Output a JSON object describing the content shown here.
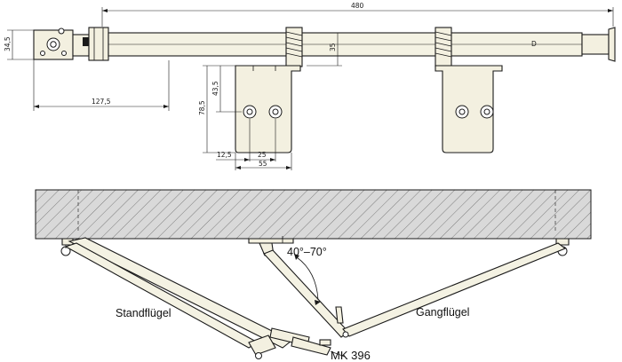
{
  "dimensions": {
    "total_length": "480",
    "height_left": "34,5",
    "offset_left": "127,5",
    "bracket_height": "78,5",
    "hole_height": "43,5",
    "bracket_offset": "35",
    "edge_margin": "12,5",
    "hole_spacing": "25",
    "bracket_width": "55",
    "end_mark": "D"
  },
  "labels": {
    "angle": "40°–70°",
    "inactive_leaf": "Standflügel",
    "active_leaf": "Gangflügel",
    "model": "MK 396"
  },
  "colors": {
    "part_fill": "#f3f0e0",
    "wall_fill": "#d9d9d9",
    "line": "#1a1a1a"
  }
}
